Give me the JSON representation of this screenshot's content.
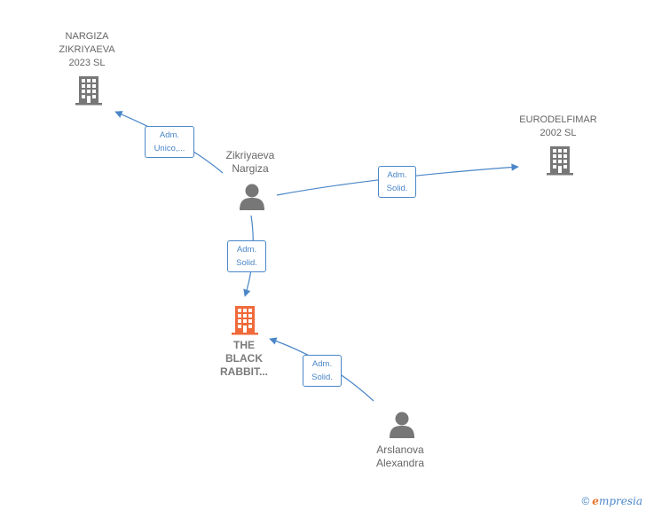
{
  "colors": {
    "edge": "#4a86c8",
    "company": "#777777",
    "focus": "#f06a3a",
    "person": "#777777"
  },
  "nodes": {
    "nargiza_sl": {
      "label": "NARGIZA\nZIKRIYAEVA\n2023  SL",
      "icon": "building-icon"
    },
    "eurodelfimar": {
      "label": "EURODELFIMAR\n2002  SL",
      "icon": "building-icon"
    },
    "zikriyaeva": {
      "label": "Zikriyaeva\nNargiza",
      "icon": "person-icon"
    },
    "black_rabbit": {
      "label": "THE\nBLACK\nRABBIT...",
      "icon": "building-icon"
    },
    "arslanova": {
      "label": "Arslanova\nAlexandra",
      "icon": "person-icon"
    }
  },
  "edges": {
    "e1": {
      "line1": "Adm.",
      "line2": "Unico,..."
    },
    "e2": {
      "line1": "Adm.",
      "line2": "Solid."
    },
    "e3": {
      "line1": "Adm.",
      "line2": "Solid."
    },
    "e4": {
      "line1": "Adm.",
      "line2": "Solid."
    }
  },
  "footer": {
    "copyright": "©",
    "brand_initial": "e",
    "brand_rest": "mpresia"
  }
}
